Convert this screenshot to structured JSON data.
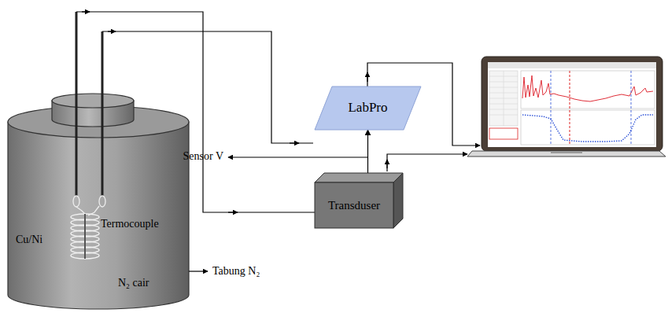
{
  "diagram": {
    "nodes": [
      {
        "text": [
          "LabPro"
        ]
      },
      {
        "text": [
          "Transduser"
        ]
      }
    ],
    "edges": [
      {
        "from": 1,
        "to": 0,
        "arrow": "to"
      }
    ],
    "labels": [
      "Sensor V",
      "Termocouple",
      "Cu/Ni",
      "N₂ cair",
      "Tabung N₂"
    ]
  }
}
